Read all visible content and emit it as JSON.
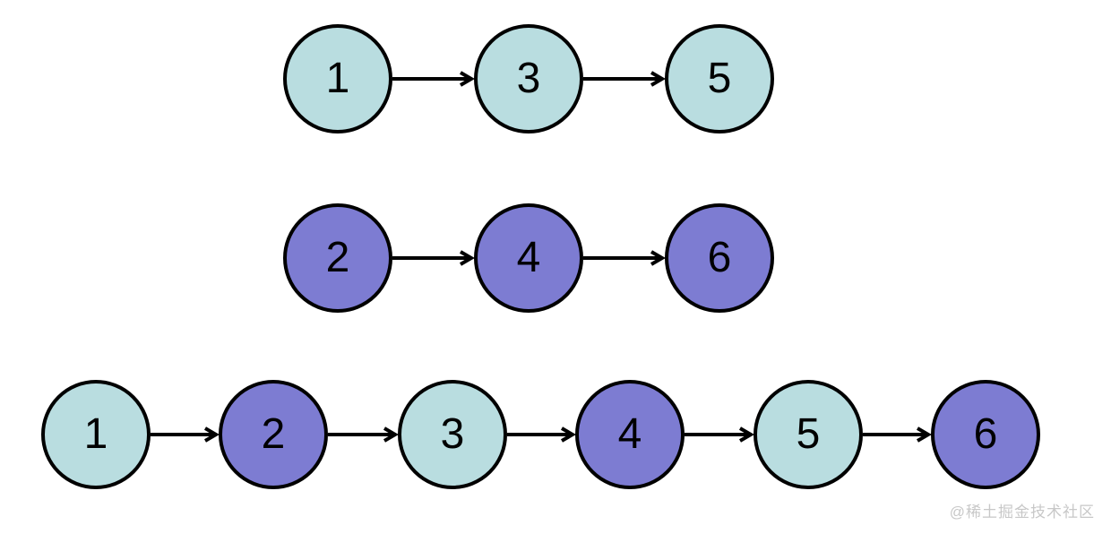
{
  "page": {
    "watermark": "@稀土掘金技术社区",
    "background_color": "#ffffff"
  },
  "colors": {
    "node_fill_teal": "#b9dde0",
    "node_fill_purple": "#7d7cd2",
    "node_border": "#000000",
    "arrow": "#000000",
    "watermark_text": "#c8c8c8"
  },
  "diagram": {
    "rows": [
      {
        "name": "list-top",
        "nodes": [
          {
            "value": "1",
            "color": "teal"
          },
          {
            "value": "3",
            "color": "teal"
          },
          {
            "value": "5",
            "color": "teal"
          }
        ]
      },
      {
        "name": "list-middle",
        "nodes": [
          {
            "value": "2",
            "color": "purple"
          },
          {
            "value": "4",
            "color": "purple"
          },
          {
            "value": "6",
            "color": "purple"
          }
        ]
      },
      {
        "name": "list-merged",
        "nodes": [
          {
            "value": "1",
            "color": "teal"
          },
          {
            "value": "2",
            "color": "purple"
          },
          {
            "value": "3",
            "color": "teal"
          },
          {
            "value": "4",
            "color": "purple"
          },
          {
            "value": "5",
            "color": "teal"
          },
          {
            "value": "6",
            "color": "purple"
          }
        ]
      }
    ]
  }
}
